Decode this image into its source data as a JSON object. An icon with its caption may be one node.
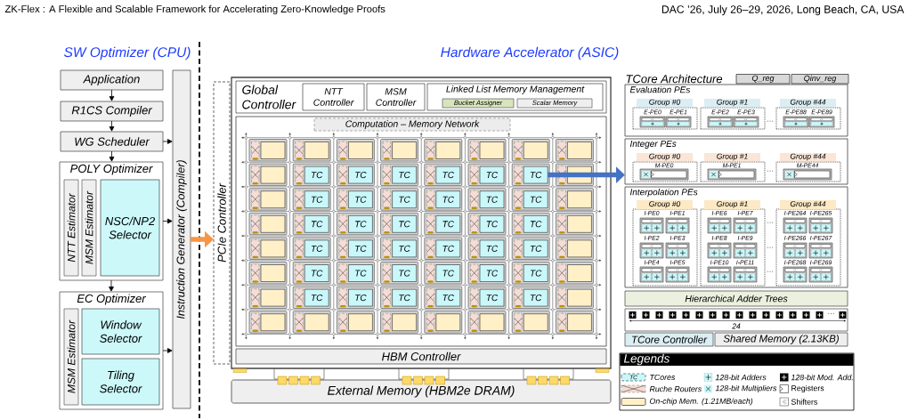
{
  "diagram": {
    "nodes": [
      {
        "text": [
          "Application"
        ]
      },
      {
        "text": [
          "R1CS Compiler"
        ]
      },
      {
        "text": [
          "WG Scheduler"
        ]
      },
      {
        "text": [
          "POLY Optimizer"
        ]
      },
      {
        "text": [
          "NTT Estimator"
        ],
        "in": 3
      },
      {
        "text": [
          "MSM Estimator"
        ],
        "in": 3
      },
      {
        "text": [
          "NSC/NP2 Selector"
        ],
        "in": 3
      },
      {
        "text": [
          "EC Optimizer"
        ]
      },
      {
        "text": [
          "MSM Estimator"
        ],
        "in": 7
      },
      {
        "text": [
          "Window Selector"
        ],
        "in": 7
      },
      {
        "text": [
          "Tiling Selector"
        ],
        "in": 7
      },
      {
        "text": [
          "Instruction Generator (Compiler)"
        ]
      },
      {
        "text": [
          "PCIe Controller"
        ]
      },
      {
        "text": [],
        "shape": "box"
      },
      {
        "text": [
          "Global Controller"
        ],
        "in": 13
      },
      {
        "text": [
          "NTT Controller"
        ],
        "in": 14
      },
      {
        "text": [
          "MSM Controller"
        ],
        "in": 14
      },
      {
        "text": [
          "Linked List Memory Management"
        ],
        "in": 14
      },
      {
        "text": [
          "Bucket Assigner"
        ],
        "in": 17
      },
      {
        "text": [
          "Scalar Memory"
        ],
        "in": 17
      },
      {
        "text": [],
        "shape": "box",
        "in": 13
      },
      {
        "text": [
          "Computation – Memory Network"
        ],
        "in": 20
      },
      {
        "text": [
          "TC"
        ],
        "in": 20
      },
      {
        "text": [
          "TC"
        ],
        "in": 20
      },
      {
        "text": [
          "TC"
        ],
        "in": 20
      },
      {
        "text": [
          "TC"
        ],
        "in": 20
      },
      {
        "text": [
          "TC"
        ],
        "in": 20
      },
      {
        "text": [
          "TC"
        ],
        "in": 20
      },
      {
        "text": [
          "TC"
        ],
        "in": 20
      },
      {
        "text": [
          "TC"
        ],
        "in": 20
      },
      {
        "text": [
          "TC"
        ],
        "in": 20
      },
      {
        "text": [
          "TC"
        ],
        "in": 20
      },
      {
        "text": [
          "TC"
        ],
        "in": 20
      },
      {
        "text": [
          "TC"
        ],
        "in": 20
      },
      {
        "text": [
          "TC"
        ],
        "in": 20
      },
      {
        "text": [
          "TC"
        ],
        "in": 20
      },
      {
        "text": [
          "TC"
        ],
        "in": 20
      },
      {
        "text": [
          "TC"
        ],
        "in": 20
      },
      {
        "text": [
          "TC"
        ],
        "in": 20
      },
      {
        "text": [
          "TC"
        ],
        "in": 20
      },
      {
        "text": [
          "TC"
        ],
        "in": 20
      },
      {
        "text": [
          "TC"
        ],
        "in": 20
      },
      {
        "text": [
          "TC"
        ],
        "in": 20
      },
      {
        "text": [
          "TC"
        ],
        "in": 20
      },
      {
        "text": [
          "TC"
        ],
        "in": 20
      },
      {
        "text": [
          "TC"
        ],
        "in": 20
      },
      {
        "text": [
          "TC"
        ],
        "in": 20
      },
      {
        "text": [
          "TC"
        ],
        "in": 20
      },
      {
        "text": [
          "TC"
        ],
        "in": 20
      },
      {
        "text": [
          "TC"
        ],
        "in": 20
      },
      {
        "text": [
          "TC"
        ],
        "in": 20
      },
      {
        "text": [
          "TC"
        ],
        "in": 20
      },
      {
        "text": [
          "TC"
        ],
        "in": 20
      },
      {
        "text": [
          "TC"
        ],
        "in": 20
      },
      {
        "text": [
          "TC"
        ],
        "in": 20
      },
      {
        "text": [
          "TC"
        ],
        "in": 20
      },
      {
        "text": [
          "TC"
        ],
        "in": 20
      },
      {
        "text": [
          "TC"
        ],
        "in": 20
      },
      {
        "text": [
          "HBM Controller"
        ],
        "in": 13
      },
      {
        "text": [
          "External Memory (HBM2e DRAM)"
        ]
      },
      {
        "text": [
          "Q_reg"
        ]
      },
      {
        "text": [
          "Qinv_reg"
        ]
      },
      {
        "text": [
          "Evaluation PEs",
          "···"
        ]
      },
      {
        "text": [
          "Group #0"
        ],
        "in": 62
      },
      {
        "text": [
          "E-PE0"
        ],
        "in": 63
      },
      {
        "text": [
          "E-PE1"
        ],
        "in": 63
      },
      {
        "text": [
          "Group #1"
        ],
        "in": 62
      },
      {
        "text": [
          "E-PE2"
        ],
        "in": 66
      },
      {
        "text": [
          "E-PE3"
        ],
        "in": 66
      },
      {
        "text": [
          "Group #44"
        ],
        "in": 62
      },
      {
        "text": [
          "E-PE88"
        ],
        "in": 69
      },
      {
        "text": [
          "E-PE89"
        ],
        "in": 69
      },
      {
        "text": [
          "Integer PEs",
          "···"
        ]
      },
      {
        "text": [
          "Group #0"
        ],
        "in": 72
      },
      {
        "text": [
          "M-PE0"
        ],
        "in": 73
      },
      {
        "text": [
          "Group #1"
        ],
        "in": 72
      },
      {
        "text": [
          "M-PE1"
        ],
        "in": 75
      },
      {
        "text": [
          "Group #44"
        ],
        "in": 72
      },
      {
        "text": [
          "M-PE44"
        ],
        "in": 77
      },
      {
        "text": [
          "Interpolation PEs",
          "···",
          "···",
          "···"
        ]
      },
      {
        "text": [
          "Group #0"
        ],
        "in": 79
      },
      {
        "text": [
          "I-PE0"
        ],
        "in": 80
      },
      {
        "text": [
          "I-PE1"
        ],
        "in": 80
      },
      {
        "text": [
          "I-PE2"
        ],
        "in": 80
      },
      {
        "text": [
          "I-PE3"
        ],
        "in": 80
      },
      {
        "text": [
          "I-PE4"
        ],
        "in": 80
      },
      {
        "text": [
          "I-PE5"
        ],
        "in": 80
      },
      {
        "text": [
          "Group #1"
        ],
        "in": 79
      },
      {
        "text": [
          "I-PE6"
        ],
        "in": 87
      },
      {
        "text": [
          "I-PE7"
        ],
        "in": 87
      },
      {
        "text": [
          "I-PE8"
        ],
        "in": 87
      },
      {
        "text": [
          "I-PE9"
        ],
        "in": 87
      },
      {
        "text": [
          "I-PE10"
        ],
        "in": 87
      },
      {
        "text": [
          "I-PE11"
        ],
        "in": 87
      },
      {
        "text": [
          "Group #44"
        ],
        "in": 79
      },
      {
        "text": [
          "I-PE264"
        ],
        "in": 94
      },
      {
        "text": [
          "I-PE265"
        ],
        "in": 94
      },
      {
        "text": [
          "I-PE266"
        ],
        "in": 94
      },
      {
        "text": [
          "I-PE267"
        ],
        "in": 94
      },
      {
        "text": [
          "I-PE268"
        ],
        "in": 94
      },
      {
        "text": [
          "I-PE269"
        ],
        "in": 94
      },
      {
        "text": [
          "Hierarchical Adder Trees"
        ]
      },
      {
        "text": [
          "···",
          "24"
        ]
      },
      {
        "text": [
          "TCore Controller"
        ]
      },
      {
        "text": [
          "Shared Memory (2.13KB)"
        ]
      }
    ],
    "edges": [
      {
        "from": 0,
        "to": 1,
        "arrow": "to"
      },
      {
        "from": 1,
        "to": 2,
        "arrow": "to"
      },
      {
        "from": 2,
        "to": 3,
        "arrow": "to"
      },
      {
        "from": 3,
        "to": 7,
        "arrow": "to"
      },
      {
        "from": 2,
        "to": 11,
        "arrow": "to"
      },
      {
        "from": 3,
        "to": 11,
        "arrow": "to"
      },
      {
        "from": 7,
        "to": 11,
        "arrow": "to"
      },
      {
        "from": 11,
        "to": 12,
        "arrow": "to",
        "style": "thick",
        "color": "#f79646"
      },
      {
        "from": 27,
        "to": 72,
        "arrow": "to",
        "style": "thick",
        "color": "#4472c4"
      }
    ],
    "labels": [
      "ZK-Flex : A Flexible and Scalable Framework for Accelerating Zero-Knowledge Proofs",
      "DAC ’26, July 26–29, 2026, Long Beach, CA, USA",
      "SW Optimizer (CPU)",
      "Hardware Accelerator (ASIC)",
      "TCore Architecture",
      "Legends",
      "TC"
    ],
    "legend": [
      {
        "text": "TCores"
      },
      {
        "text": "128-bit Adders"
      },
      {
        "text": "128-bit Mod. Add."
      },
      {
        "text": "Ruche Routers"
      },
      {
        "text": "128-bit Multipliers"
      },
      {
        "text": "Registers"
      },
      {
        "text": "On-chip Mem. (1.21MB/each)"
      },
      {
        "text": "Shifters"
      }
    ]
  }
}
